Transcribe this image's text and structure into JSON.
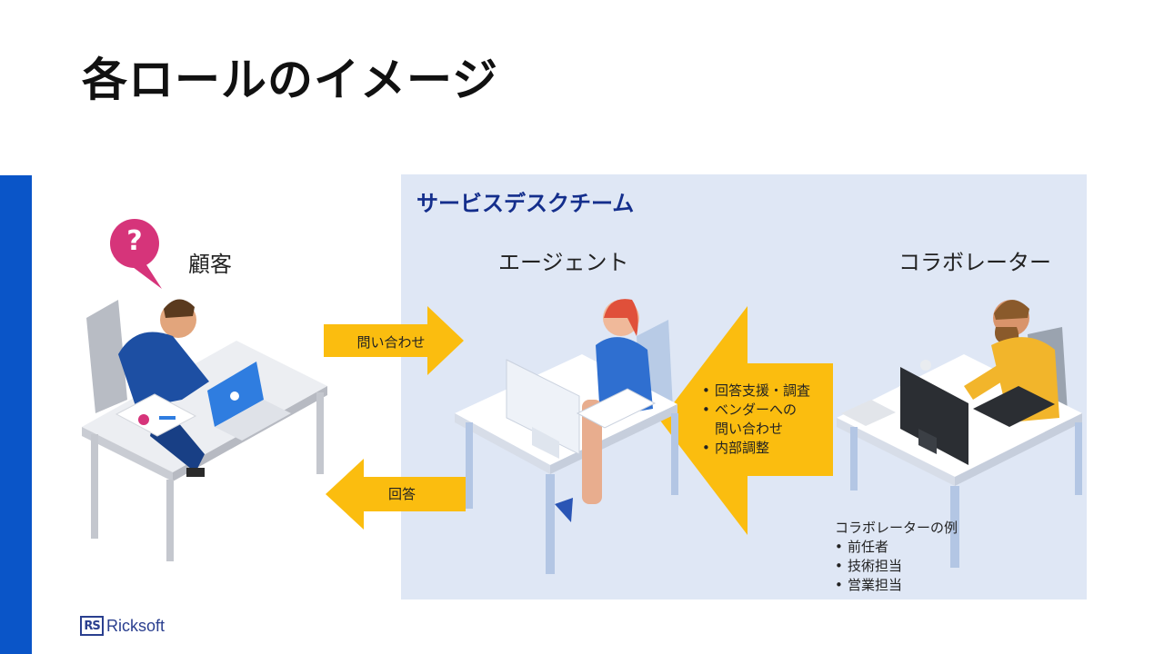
{
  "title": "各ロールのイメージ",
  "team_label": "サービスデスクチーム",
  "roles": {
    "customer": "顧客",
    "agent": "エージェント",
    "collaborator": "コラボレーター"
  },
  "arrows": {
    "inquiry": "問い合わせ",
    "answer": "回答",
    "support_items": [
      "回答支援・調査",
      "ベンダーへの\n問い合わせ",
      "内部調整"
    ]
  },
  "collaborator_examples": {
    "heading": "コラボレーターの例",
    "items": [
      "前任者",
      "技術担当",
      "営業担当"
    ]
  },
  "logo": {
    "mark": "RS",
    "text": "Ricksoft"
  },
  "question_mark": "?",
  "colors": {
    "accent_blue": "#0a55c8",
    "team_box": "#dfe7f5",
    "team_label": "#142e8c",
    "arrow": "#fbbd0f",
    "speech_bubble": "#d6347a"
  }
}
